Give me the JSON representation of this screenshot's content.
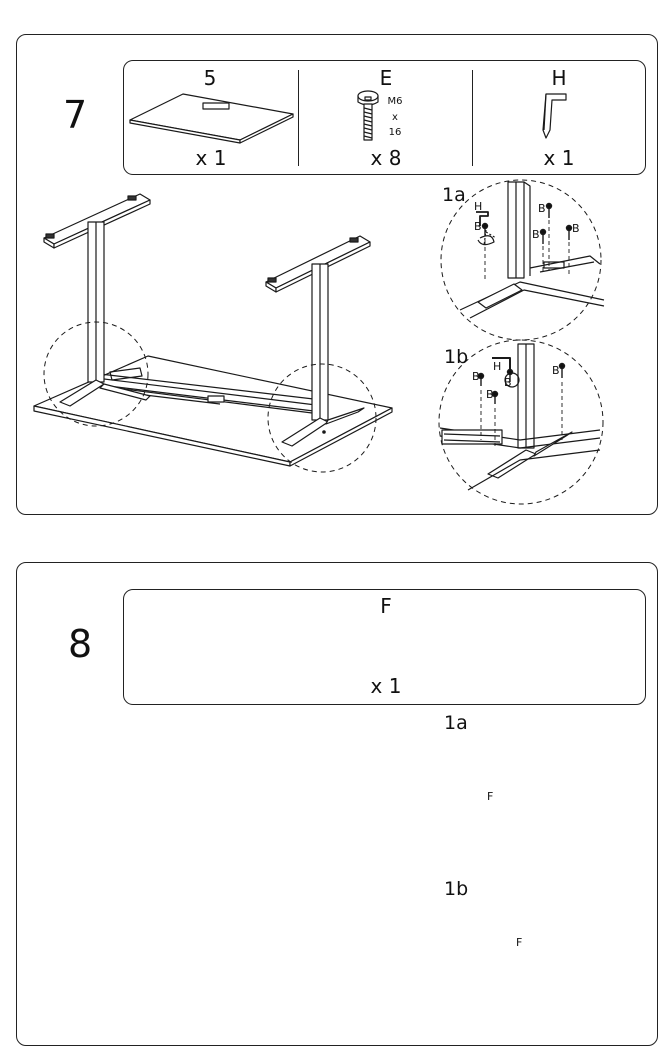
{
  "step7": {
    "number": "7",
    "parts": [
      {
        "letter": "5",
        "quantity": "x 1"
      },
      {
        "letter": "E",
        "quantity": "x 8",
        "size": [
          "M6",
          "x",
          "16"
        ]
      },
      {
        "letter": "H",
        "quantity": "x 1"
      }
    ],
    "detail_1a": {
      "label": "1a",
      "callouts": [
        "H",
        "B",
        "B",
        "B",
        "B"
      ]
    },
    "detail_1b": {
      "label": "1b",
      "callouts": [
        "H",
        "B",
        "B",
        "B",
        "B"
      ]
    }
  },
  "step8": {
    "number": "8",
    "parts": [
      {
        "letter": "F",
        "quantity": "x 1"
      }
    ],
    "detail_1a": {
      "label": "1a",
      "callouts": [
        "F"
      ]
    },
    "detail_1b": {
      "label": "1b",
      "callouts": [
        "F"
      ]
    }
  },
  "colors": {
    "line": "#1a1a1a",
    "background": "#ffffff",
    "dashed": "#333333"
  }
}
